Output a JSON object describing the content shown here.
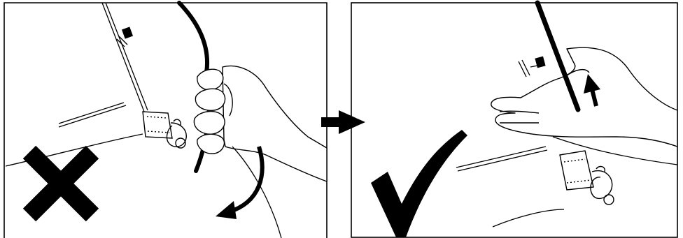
{
  "figure": {
    "panels": [
      {
        "id": "incorrect",
        "mark": "cross-icon",
        "state": "incorrect"
      },
      {
        "id": "correct",
        "mark": "checkmark-icon",
        "state": "correct"
      }
    ],
    "transition": "arrow-right-icon",
    "colors": {
      "ink": "#000000",
      "paper": "#ffffff"
    }
  }
}
